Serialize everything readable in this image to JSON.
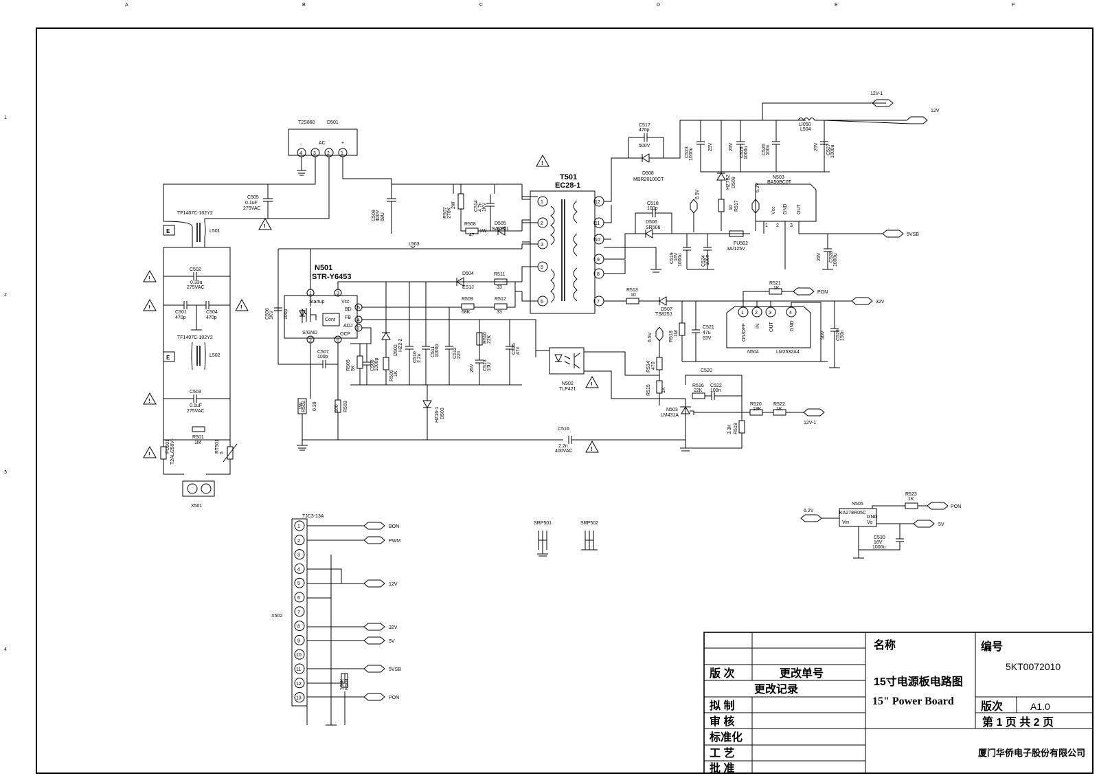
{
  "sheet": {
    "border_letters": [
      "A",
      "B",
      "C",
      "D",
      "E",
      "F"
    ],
    "border_numbers": [
      "1",
      "2",
      "3",
      "4"
    ]
  },
  "labels": {
    "bridge_part": "T2S860",
    "bridge_ref": "D501",
    "bridge_pins": [
      "4",
      "3",
      "2",
      "1"
    ],
    "bridge_minus": "-",
    "bridge_ac": "AC",
    "bridge_plus": "+",
    "c505_ref": "C505",
    "c505_val": "0.1uF",
    "c505_volt": "275VAC",
    "tf1": "TF1407C-102Y2",
    "l501": "L501",
    "c502_ref": "C502",
    "c502_val": "0.33u",
    "c502_volt": "275VAC",
    "c501_ref": "C501",
    "c501_val": "470p",
    "c504_ref": "C504",
    "c504_val": "470p",
    "tf2": "TF1407C-102Y2",
    "l502": "L502",
    "c503_ref": "C503",
    "c503_val": "0.1uF",
    "c503_volt": "275VAC",
    "r501_ref": "R501",
    "r501_val": "1M",
    "fu501": "FU501",
    "fu501_val": "T2AL/250V~",
    "rt501": "RT501",
    "rt501_val": "5",
    "x501": "X501",
    "c509": "C509",
    "c509_val": "400V",
    "c509_cap": "68U",
    "r507": "R507",
    "r507_val": "270K",
    "r507_w": "2W",
    "c514": "C514",
    "c514_val": "4.7n",
    "c514_volt": "1KV",
    "r508": "R508",
    "r508_val": "47",
    "r508_w": "1W",
    "d505": "D505",
    "d505_part": "SA7501",
    "l503": "L503",
    "n501": "N501",
    "n501_part": "STR-Y6453",
    "ic_startup": "Startup",
    "ic_vcc": "Vcc",
    "ic_bd": "BD",
    "ic_fb": "FB",
    "ic_cont": "Cont",
    "ic_adj": "ADJ",
    "ic_sgnd": "S/GND",
    "ic_ocp": "OCP",
    "ic_pins": [
      "1",
      "3",
      "5",
      "4",
      "7",
      "2",
      "6"
    ],
    "c506": "C506",
    "c506_val": "1KV",
    "c506_cap": "100p",
    "d504": "D504",
    "d504_part": "ES1J",
    "r511": "R511",
    "r511_val": "33",
    "r509": "R509",
    "r509_val": "68K",
    "r512": "R512",
    "r512_val": "33",
    "c507": "C507",
    "c507_val": "100p",
    "r505": "R505",
    "r505_val": "5K",
    "c508": "C508",
    "c508_val": "1000p",
    "r506": "R506",
    "r506_val": "1K",
    "d502": "D502",
    "d502_part": "HZ2-2",
    "c510": "C510",
    "c510_val": "2.2u",
    "c511": "C511",
    "c511_val": "1000p",
    "c512": "C512",
    "c512_val": "22n",
    "c513": "C513",
    "c513_val": "10U",
    "c513_volt": "25V",
    "r510": "R510",
    "r510_val": "22K",
    "c515": "C515",
    "c515_val": "47n",
    "r502": "R502",
    "r502_val": "0.39",
    "r502_w": "1W",
    "r503": "R503",
    "r503_val": "100",
    "d503": "D503",
    "d503_part": "HZ16-1",
    "t501": "T501",
    "t501_part": "EC28-1",
    "t501_pins": [
      "1",
      "2",
      "3",
      "5",
      "6",
      "12",
      "11",
      "10",
      "9",
      "8",
      "7"
    ],
    "c517": "C517",
    "c517_val": "470p",
    "c517_volt": "500V",
    "d508": "D508",
    "d508_part": "MBR20100CT",
    "c523": "C523",
    "c523_val": "1000u",
    "c523_volt": "25V",
    "c525": "C525",
    "c525_val": "1000u",
    "c525_volt": "25V",
    "c526": "C526",
    "c526_val": "100n",
    "l504": "L504",
    "l504_val": "LI050",
    "c527": "C527",
    "c527_val": "1000u",
    "c527_volt": "25V",
    "net_12v1": "12V-1",
    "net_12v": "12V",
    "d509": "D509",
    "d509_part": "HZ7B2",
    "r517": "R517",
    "r517_val": "10",
    "n503": "N503",
    "n503_part": "BA50BC0T",
    "reg_vcc": "Vcc",
    "reg_gnd": "GND",
    "reg_out": "OUT",
    "reg_pins": [
      "1",
      "2",
      "3"
    ],
    "net_5vsb": "5VSB",
    "net_65v": "6.5V",
    "net_62v": "6.2V",
    "c518": "C518",
    "c518_val": "100p",
    "d506": "D506",
    "d506_part": "SR506",
    "c519": "C519",
    "c519_val": "1000u",
    "c519_volt": "16V",
    "c524": "C524",
    "c524_val": "100n",
    "fu502": "FU502",
    "fu502_val": "3A/125V",
    "c528": "C528",
    "c528_val": "1000u",
    "c528_volt": "25V",
    "r513": "R513",
    "r513_val": "10",
    "d507": "D507",
    "d507_part": "TS825J",
    "r521": "R521",
    "r521_val": "1K",
    "net_pon": "PON",
    "net_32v": "32V",
    "r518": "R518",
    "r518_val": "1M",
    "c521": "C521",
    "c521_val": "47u",
    "c521_volt": "63V",
    "lm_onoff": "ON/OFF",
    "lm_in": "IN",
    "lm_out": "OUT",
    "lm_gnd": "GND",
    "lm_pins": [
      "1",
      "2",
      "3",
      "4"
    ],
    "n504": "N504",
    "n504_part": "LM2532A4",
    "c529": "C529",
    "c529_val": "150n",
    "c529_volt": "50V",
    "n502": "N502",
    "n502_part": "TLP421",
    "r514": "R514",
    "r514_val": "470",
    "r515": "R515",
    "r515_val": "1K",
    "c520": "C520",
    "r516": "R516",
    "r516_val": "22K",
    "c522": "C522",
    "c522_val": "100n",
    "n509": "N503",
    "n509_part": "LM431A",
    "r520": "R520",
    "r520_val": "18K",
    "r522": "R522",
    "r522_val": "1K",
    "r519": "R519",
    "r519_val": "3.3K",
    "c516": "C516",
    "c516_val": "2.2n",
    "c516_volt": "400VAC",
    "net_12v_1b": "12V-1",
    "n505": "N505",
    "n505_part": "KA278R05C",
    "n505_vin": "Vin",
    "n505_vo": "Vo",
    "n505_gnd": "GND",
    "r523": "R523",
    "r523_val": "1K",
    "net_pon2": "PON",
    "net_62v_b": "6.2V",
    "net_5v": "5V",
    "c530": "C530",
    "c530_val": "16V",
    "c530_cap": "1000u",
    "conn": "TJC3-13A",
    "x502": "X502",
    "conn_pins": [
      "1",
      "2",
      "3",
      "4",
      "5",
      "6",
      "7",
      "8",
      "9",
      "10",
      "11",
      "12",
      "13"
    ],
    "net_bon": "BON",
    "net_pwm": "PWM",
    "net_12v_c": "12V",
    "net_32v_c": "32V",
    "net_5v_c": "5V",
    "net_5vsb_c": "5VSB",
    "net_pon_c": "PON",
    "r504": "R504",
    "r504_val": "100K",
    "srp501": "SRP501",
    "srp502": "SRP502",
    "earth_symbol": "E",
    "warn_symbol": "!"
  },
  "title_block": {
    "rev_label": "版 次",
    "change_no_label": "更改单号",
    "change_record_label": "更改记录",
    "drawn_label": "拟 制",
    "check_label": "审 核",
    "std_label": "标准化",
    "process_label": "工 艺",
    "approve_label": "批 准",
    "name_label": "名称",
    "title_cn": "15寸电源板电路图",
    "title_en": "15\" Power Board",
    "code_label": "编号",
    "code_value": "5KT0072010",
    "version_label": "版次",
    "version_value": "A1.0",
    "sheet_text": "第 1 页 共 2 页",
    "company": "厦门华侨电子股份有限公司"
  }
}
